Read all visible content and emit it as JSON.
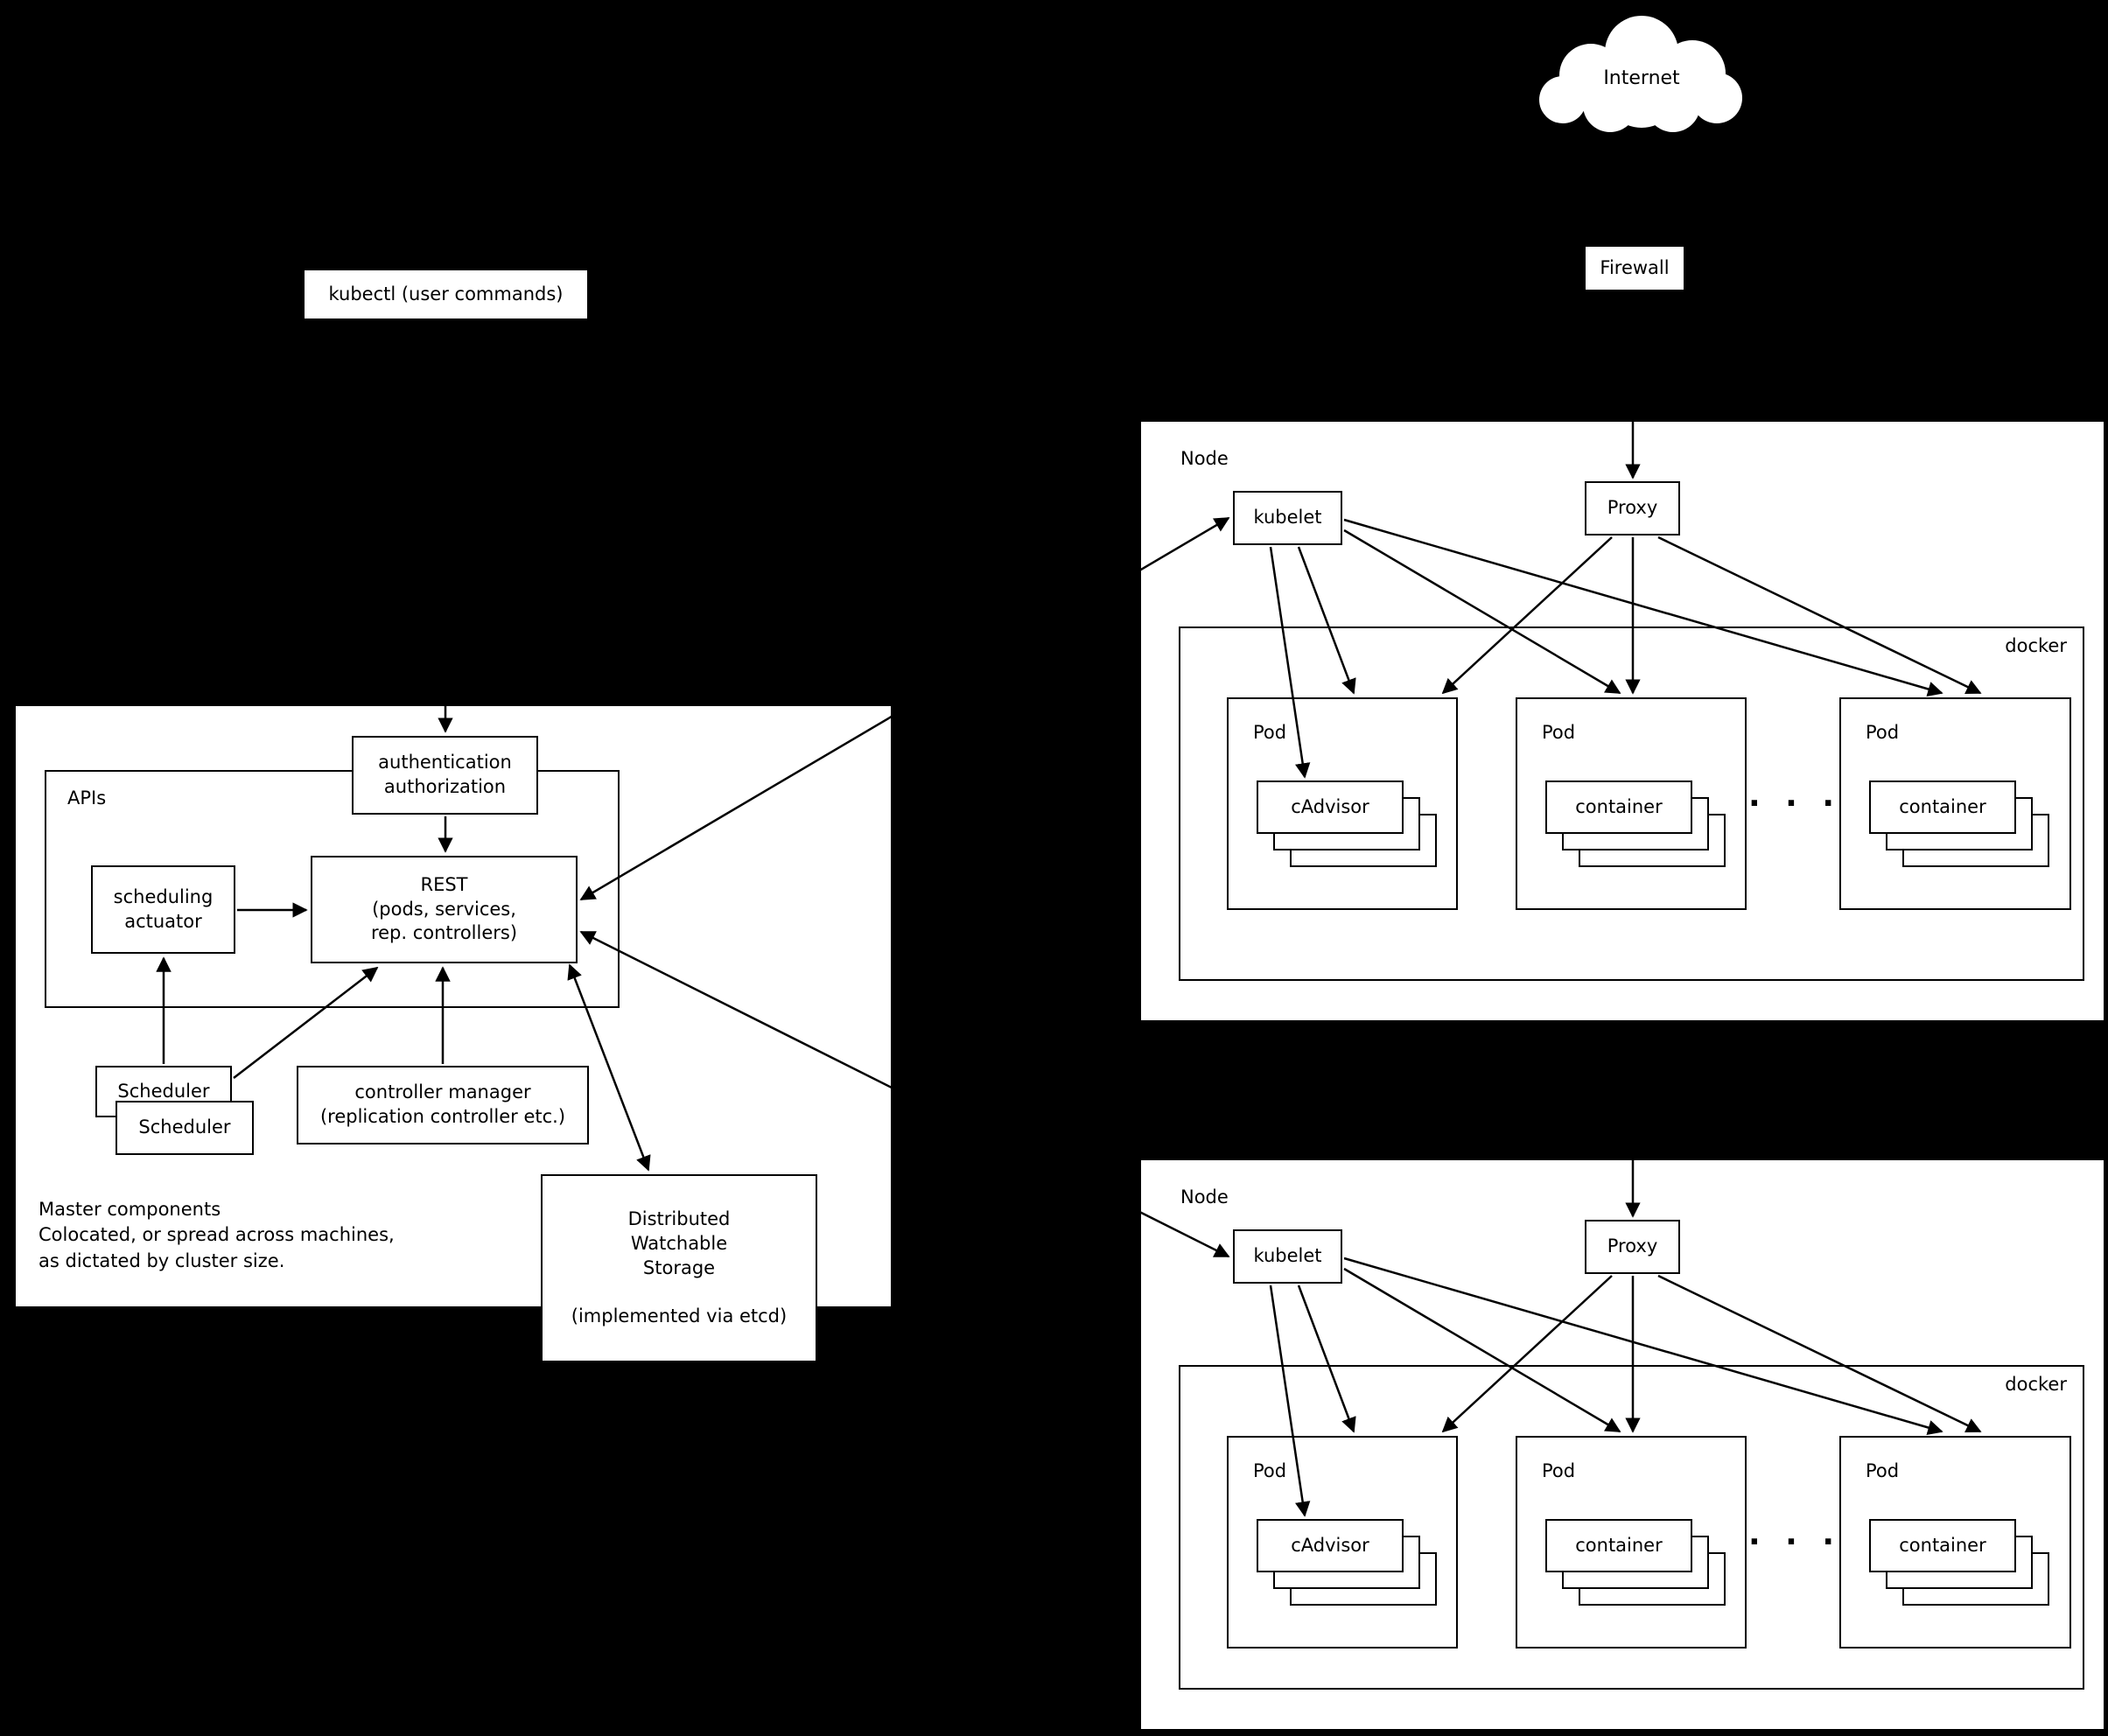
{
  "colors": {
    "background": "#000000",
    "box_fill": "#ffffff",
    "box_border": "#000000",
    "line": "#000000",
    "text": "#000000"
  },
  "internet": {
    "label": "Internet"
  },
  "firewall": {
    "label": "Firewall"
  },
  "kubectl": {
    "label": "kubectl (user commands)"
  },
  "master": {
    "apis_label": "APIs",
    "auth_label": "authentication\nauthorization",
    "scheduling_actuator_label": "scheduling\nactuator",
    "rest_label": "REST\n(pods, services,\nrep. controllers)",
    "scheduler_front": "Scheduler",
    "scheduler_back": "Scheduler",
    "controller_manager_label": "controller manager\n(replication controller etc.)",
    "storage_label": "Distributed\nWatchable\nStorage\n\n(implemented via etcd)",
    "note": "Master components\nColocated, or spread across machines,\nas dictated by cluster size."
  },
  "nodes": [
    {
      "label": "Node",
      "kubelet_label": "kubelet",
      "proxy_label": "Proxy",
      "docker_label": "docker",
      "ellipsis": "· · ·",
      "pods": [
        {
          "label": "Pod",
          "component": "cAdvisor"
        },
        {
          "label": "Pod",
          "component": "container"
        },
        {
          "label": "Pod",
          "component": "container"
        }
      ]
    },
    {
      "label": "Node",
      "kubelet_label": "kubelet",
      "proxy_label": "Proxy",
      "docker_label": "docker",
      "ellipsis": "· · ·",
      "pods": [
        {
          "label": "Pod",
          "component": "cAdvisor"
        },
        {
          "label": "Pod",
          "component": "container"
        },
        {
          "label": "Pod",
          "component": "container"
        }
      ]
    }
  ]
}
